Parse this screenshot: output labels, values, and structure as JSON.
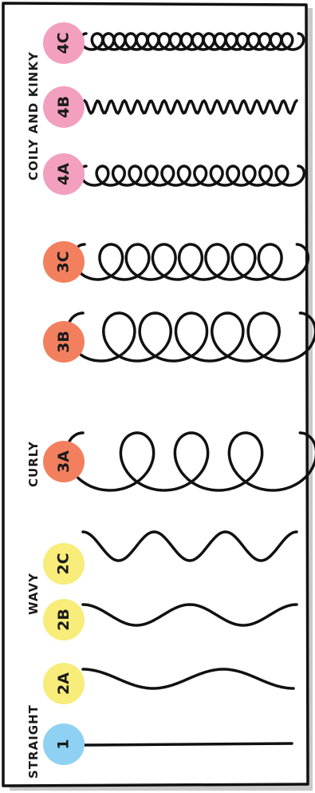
{
  "categories": {
    "straight": "STRAIGHT",
    "wavy": "WAVY",
    "curly": "CURLY",
    "coily": "COILY AND KINKY"
  },
  "types": [
    {
      "label": "4C",
      "color": "#f29fc0",
      "pattern": "tight-coil"
    },
    {
      "label": "4B",
      "color": "#f29fc0",
      "pattern": "zigzag"
    },
    {
      "label": "4A",
      "color": "#f29fc0",
      "pattern": "small-coil"
    },
    {
      "label": "3C",
      "color": "#f2805e",
      "pattern": "corkscrew"
    },
    {
      "label": "3B",
      "color": "#f2805e",
      "pattern": "ringlet"
    },
    {
      "label": "3A",
      "color": "#f2805e",
      "pattern": "loose-curl"
    },
    {
      "label": "2C",
      "color": "#f8ec7a",
      "pattern": "strong-wave"
    },
    {
      "label": "2B",
      "color": "#f8ec7a",
      "pattern": "medium-wave"
    },
    {
      "label": "2A",
      "color": "#f8ec7a",
      "pattern": "gentle-wave"
    },
    {
      "label": "1",
      "color": "#8ed1f2",
      "pattern": "straight-line"
    }
  ]
}
